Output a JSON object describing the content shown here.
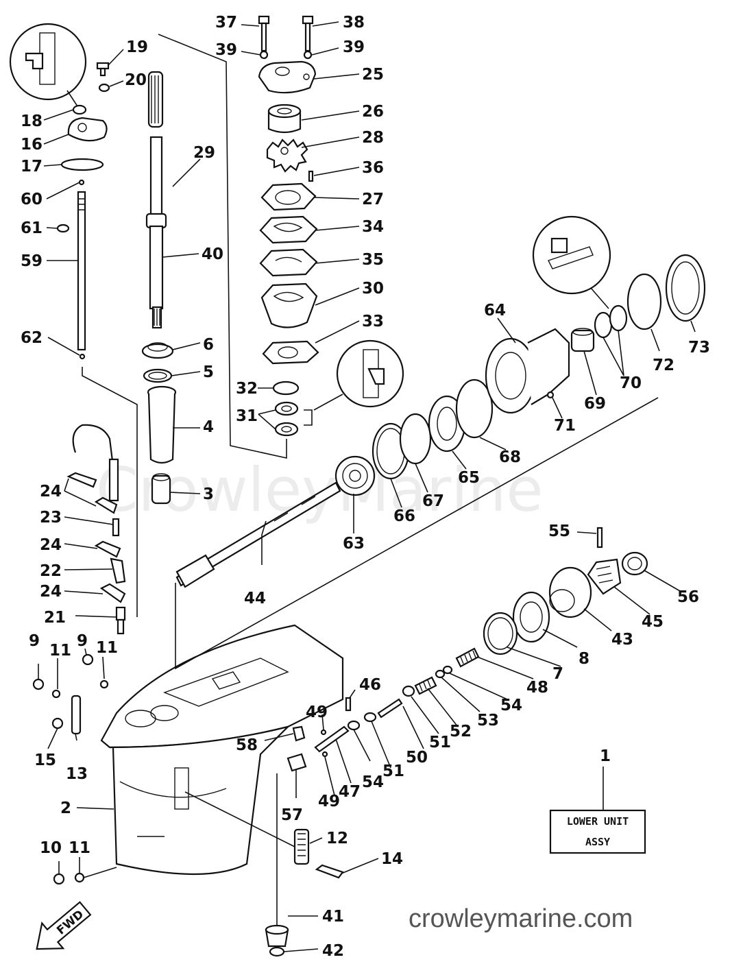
{
  "diagram": {
    "watermark": "CrowleyMarine",
    "site_url": "crowleymarine.com",
    "assembly_box": [
      "LOWER UNIT",
      "ASSY"
    ],
    "assembly_callout": "1",
    "direction_arrow": "FWD",
    "callouts": {
      "c2": "2",
      "c3": "3",
      "c4": "4",
      "c5": "5",
      "c6": "6",
      "c7": "7",
      "c8": "8",
      "c9a": "9",
      "c9b": "9",
      "c10": "10",
      "c11a": "11",
      "c11b": "11",
      "c11c": "11",
      "c12": "12",
      "c13": "13",
      "c14": "14",
      "c15": "15",
      "c16": "16",
      "c17": "17",
      "c18": "18",
      "c19": "19",
      "c20": "20",
      "c21": "21",
      "c22": "22",
      "c23": "23",
      "c24a": "24",
      "c24b": "24",
      "c24c": "24",
      "c25": "25",
      "c26": "26",
      "c27": "27",
      "c28": "28",
      "c29": "29",
      "c30": "30",
      "c31": "31",
      "c32": "32",
      "c33": "33",
      "c34": "34",
      "c35": "35",
      "c36": "36",
      "c37": "37",
      "c38": "38",
      "c39a": "39",
      "c39b": "39",
      "c40": "40",
      "c41": "41",
      "c42": "42",
      "c43": "43",
      "c44": "44",
      "c45": "45",
      "c46": "46",
      "c47": "47",
      "c48": "48",
      "c49a": "49",
      "c49b": "49",
      "c50": "50",
      "c51a": "51",
      "c51b": "51",
      "c52": "52",
      "c53": "53",
      "c54a": "54",
      "c54b": "54",
      "c55": "55",
      "c56": "56",
      "c57": "57",
      "c58": "58",
      "c59": "59",
      "c60": "60",
      "c61": "61",
      "c62": "62",
      "c63": "63",
      "c64": "64",
      "c65": "65",
      "c66": "66",
      "c67": "67",
      "c68": "68",
      "c69": "69",
      "c70": "70",
      "c71": "71",
      "c72": "72",
      "c73": "73"
    }
  }
}
